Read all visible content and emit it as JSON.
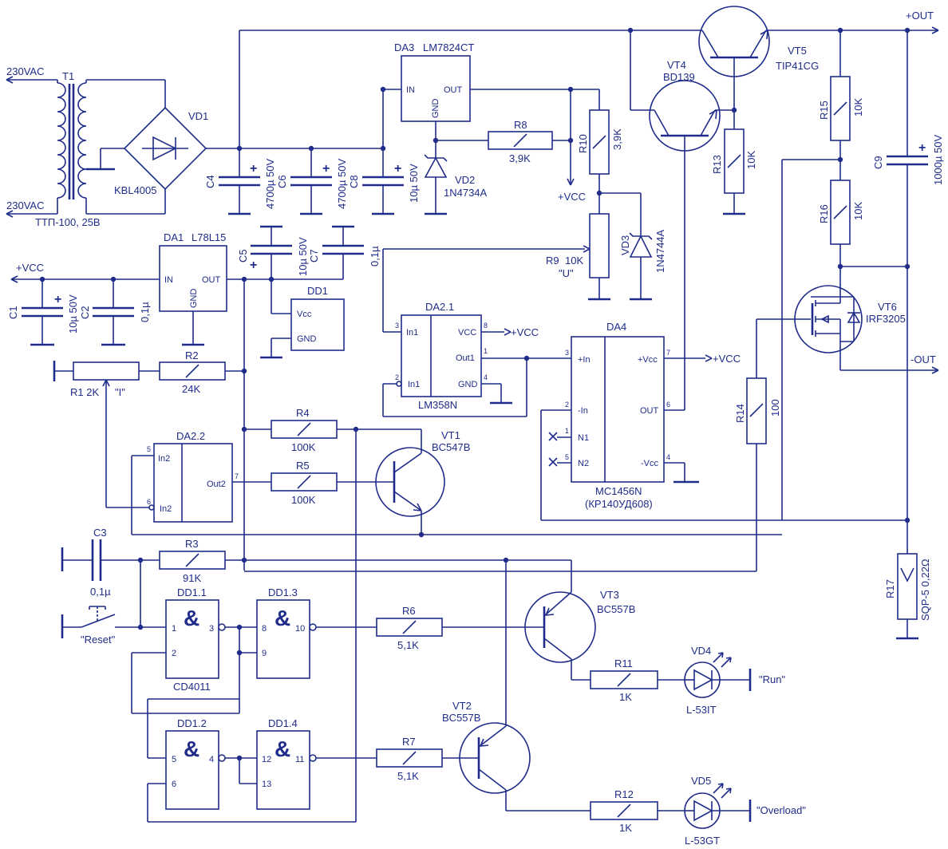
{
  "colors": {
    "line": "#1f2c8a",
    "background": "#ffffff"
  },
  "power": {
    "ac_top": "230VAC",
    "ac_bottom": "230VAC",
    "out_plus": "+OUT",
    "out_minus": "-OUT",
    "vcc": "+VCC"
  },
  "components": {
    "T1": {
      "ref": "T1",
      "value": "ТТП-100, 25В"
    },
    "VD1": {
      "ref": "VD1",
      "value": "KBL4005"
    },
    "C4": {
      "ref": "C4",
      "value": "4700µ 50V"
    },
    "C6": {
      "ref": "C6",
      "value": "4700µ 50V"
    },
    "C8": {
      "ref": "C8",
      "value": "10µ 50V"
    },
    "DA3": {
      "ref": "DA3",
      "value": "LM7824CT",
      "in": "IN",
      "out": "OUT",
      "gnd": "GND"
    },
    "VD2": {
      "ref": "VD2",
      "value": "1N4734A"
    },
    "R8": {
      "ref": "R8",
      "value": "3,9K"
    },
    "R10": {
      "ref": "R10",
      "value": "3,9K"
    },
    "VT4": {
      "ref": "VT4",
      "value": "BD139"
    },
    "VT5": {
      "ref": "VT5",
      "value": "TIP41CG"
    },
    "R13": {
      "ref": "R13",
      "value": "10K"
    },
    "R15": {
      "ref": "R15",
      "value": "10K"
    },
    "R16": {
      "ref": "R16",
      "value": "10K"
    },
    "C9": {
      "ref": "C9",
      "value": "1000µ 50V"
    },
    "R9": {
      "ref": "R9",
      "value": "10K",
      "label": "\"U\""
    },
    "VD3": {
      "ref": "VD3",
      "value": "1N4744A"
    },
    "VT6": {
      "ref": "VT6",
      "value": "IRF3205"
    },
    "DA1": {
      "ref": "DA1",
      "value": "L78L15",
      "in": "IN",
      "out": "OUT",
      "gnd": "GND"
    },
    "C1": {
      "ref": "C1",
      "value": "10µ 50V"
    },
    "C2": {
      "ref": "C2",
      "value": "0,1µ"
    },
    "C5": {
      "ref": "C5",
      "value": "10µ 50V"
    },
    "C7": {
      "ref": "C7",
      "value": "0,1µ"
    },
    "DD1": {
      "ref": "DD1",
      "vcc": "Vcc",
      "gnd": "GND"
    },
    "R1": {
      "ref": "R1 2K",
      "label": "\"I\""
    },
    "R2": {
      "ref": "R2",
      "value": "24K"
    },
    "DA2_1": {
      "ref": "DA2.1",
      "value": "LM358N",
      "in1p": "In1",
      "in1n": "In1",
      "vcc": "VCC",
      "out": "Out1",
      "gnd": "GND",
      "p3": "3",
      "p2": "2",
      "p8": "8",
      "p1": "1",
      "p4": "4"
    },
    "DA4": {
      "ref": "DA4",
      "value": "MC1456N",
      "value2": "(КР140УД608)",
      "inp": "+In",
      "inn": "-In",
      "n1": "N1",
      "n2": "N2",
      "vcc": "+Vcc",
      "out": "OUT",
      "vee": "-Vcc",
      "p3": "3",
      "p2": "2",
      "p1": "1",
      "p5": "5",
      "p7": "7",
      "p6": "6",
      "p4": "4"
    },
    "R14": {
      "ref": "R14",
      "value": "100"
    },
    "DA2_2": {
      "ref": "DA2.2",
      "in2p": "In2",
      "in2n": "In2",
      "out": "Out2",
      "p5": "5",
      "p6": "6",
      "p7": "7"
    },
    "R4": {
      "ref": "R4",
      "value": "100K"
    },
    "R5": {
      "ref": "R5",
      "value": "100K"
    },
    "VT1": {
      "ref": "VT1",
      "value": "BC547B"
    },
    "C3": {
      "ref": "C3",
      "value": "0,1µ"
    },
    "R3": {
      "ref": "R3",
      "value": "91K"
    },
    "RESET": {
      "label": "\"Reset\""
    },
    "DD1_1": {
      "ref": "DD1.1",
      "value": "CD4011",
      "p1": "1",
      "p2": "2",
      "p3": "3"
    },
    "DD1_3": {
      "ref": "DD1.3",
      "p8": "8",
      "p9": "9",
      "p10": "10"
    },
    "DD1_2": {
      "ref": "DD1.2",
      "p5": "5",
      "p6": "6",
      "p4": "4"
    },
    "DD1_4": {
      "ref": "DD1.4",
      "p12": "12",
      "p13": "13",
      "p11": "11"
    },
    "R6": {
      "ref": "R6",
      "value": "5,1K"
    },
    "R7": {
      "ref": "R7",
      "value": "5,1K"
    },
    "VT3": {
      "ref": "VT3",
      "value": "BC557B"
    },
    "VT2": {
      "ref": "VT2",
      "value": "BC557B"
    },
    "R11": {
      "ref": "R11",
      "value": "1K"
    },
    "R12": {
      "ref": "R12",
      "value": "1K"
    },
    "VD4": {
      "ref": "VD4",
      "value": "L-53IT",
      "label": "\"Run\""
    },
    "VD5": {
      "ref": "VD5",
      "value": "L-53GT",
      "label": "\"Overload\""
    },
    "R17": {
      "ref": "R17",
      "value": "SQP-5 0,22Ω"
    },
    "gate_symbol": "&"
  }
}
